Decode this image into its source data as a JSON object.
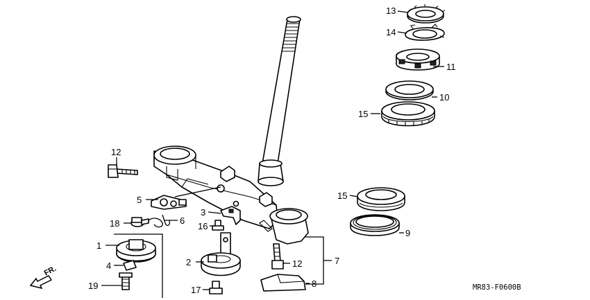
{
  "callouts": [
    "1",
    "2",
    "3",
    "4",
    "5",
    "6",
    "7",
    "8",
    "9",
    "10",
    "11",
    "12",
    "13",
    "14",
    "15",
    "16",
    "17",
    "18",
    "19"
  ],
  "labels": {
    "p13": "13",
    "p14": "14",
    "p11": "11",
    "p10": "10",
    "p15a": "15",
    "p12a": "12",
    "p15b": "15",
    "p5": "5",
    "p3": "3",
    "p9": "9",
    "p18": "18",
    "p6": "6",
    "p16": "16",
    "p1": "1",
    "p7": "7",
    "p2": "2",
    "p12b": "12",
    "p4": "4",
    "p8": "8",
    "p19": "19",
    "p17": "17"
  },
  "direction_label": "FR.",
  "diagram_code": "MR83-F0600B"
}
